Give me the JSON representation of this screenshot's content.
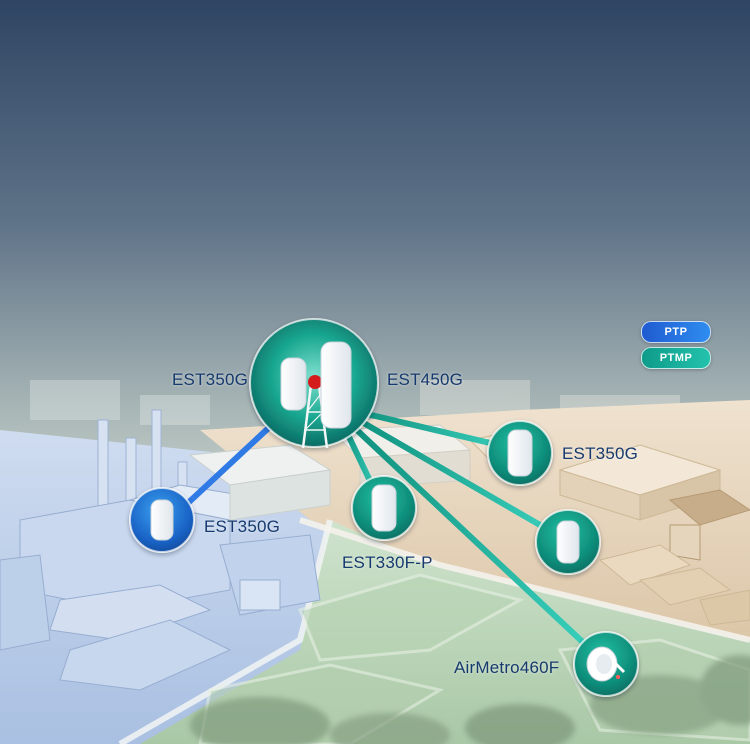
{
  "legend": {
    "ptp": {
      "label": "PTP",
      "color": "#2f7ae5"
    },
    "ptmp": {
      "label": "PTMP",
      "color": "#1fb5a2"
    }
  },
  "devices": {
    "hub_left": {
      "label": "EST350G"
    },
    "hub_right": {
      "label": "EST450G"
    },
    "node_factory": {
      "label": "EST350G"
    },
    "node_center": {
      "label": "EST330F-P"
    },
    "node_east_upper": {
      "label": "EST350G"
    },
    "node_east_lower": {
      "label": ""
    },
    "node_south": {
      "label": "AirMetro460F"
    }
  },
  "colors": {
    "ptp_link": "#2f7ae5",
    "ptmp_link": "#1fb5a2",
    "label_text": "#163a6e",
    "node_fill": "#11937f"
  }
}
